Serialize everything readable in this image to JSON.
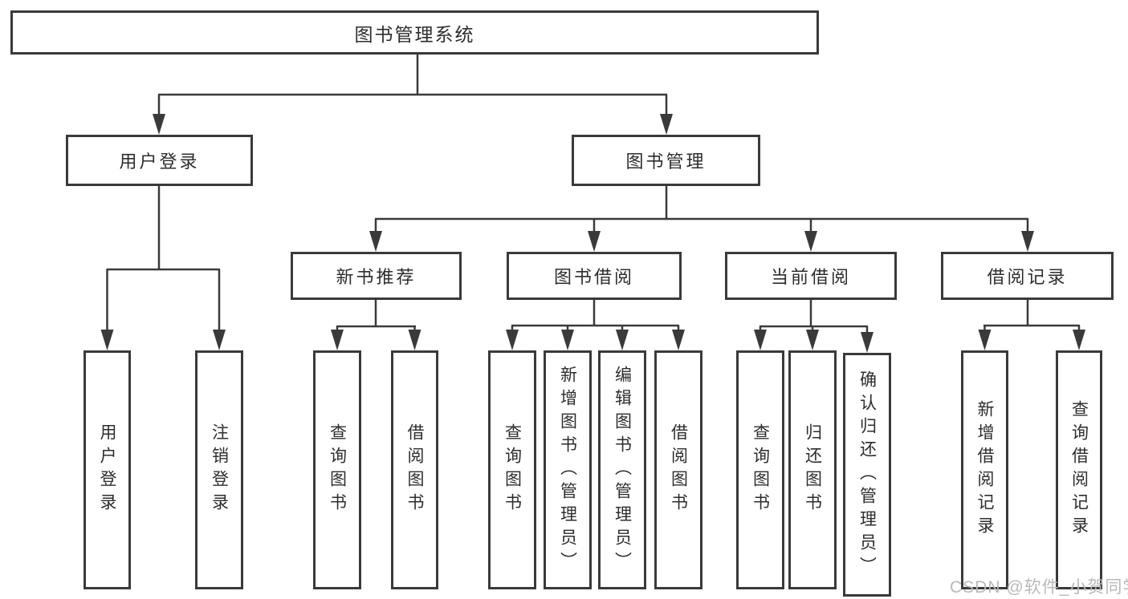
{
  "colors": {
    "line": "#3a3a3a",
    "text": "#2d2d2d",
    "watermark": "#b9b9b9"
  },
  "watermark": {
    "text": "CSDN @软件_小贺同学"
  },
  "tree": {
    "label": "图书管理系统",
    "children": [
      {
        "label": "用户登录",
        "children": [
          {
            "label": "用户登录"
          },
          {
            "label": "注销登录"
          }
        ]
      },
      {
        "label": "图书管理",
        "children": [
          {
            "label": "新书推荐",
            "children": [
              {
                "label": "查询图书"
              },
              {
                "label": "借阅图书"
              }
            ]
          },
          {
            "label": "图书借阅",
            "children": [
              {
                "label": "查询图书"
              },
              {
                "label": "新增图书（管理员）"
              },
              {
                "label": "编辑图书（管理员）"
              },
              {
                "label": "借阅图书"
              }
            ]
          },
          {
            "label": "当前借阅",
            "children": [
              {
                "label": "查询图书"
              },
              {
                "label": "归还图书"
              },
              {
                "label": "确认归还（管理员）"
              }
            ]
          },
          {
            "label": "借阅记录",
            "children": [
              {
                "label": "新增借阅记录"
              },
              {
                "label": "查询借阅记录"
              }
            ]
          }
        ]
      }
    ]
  }
}
